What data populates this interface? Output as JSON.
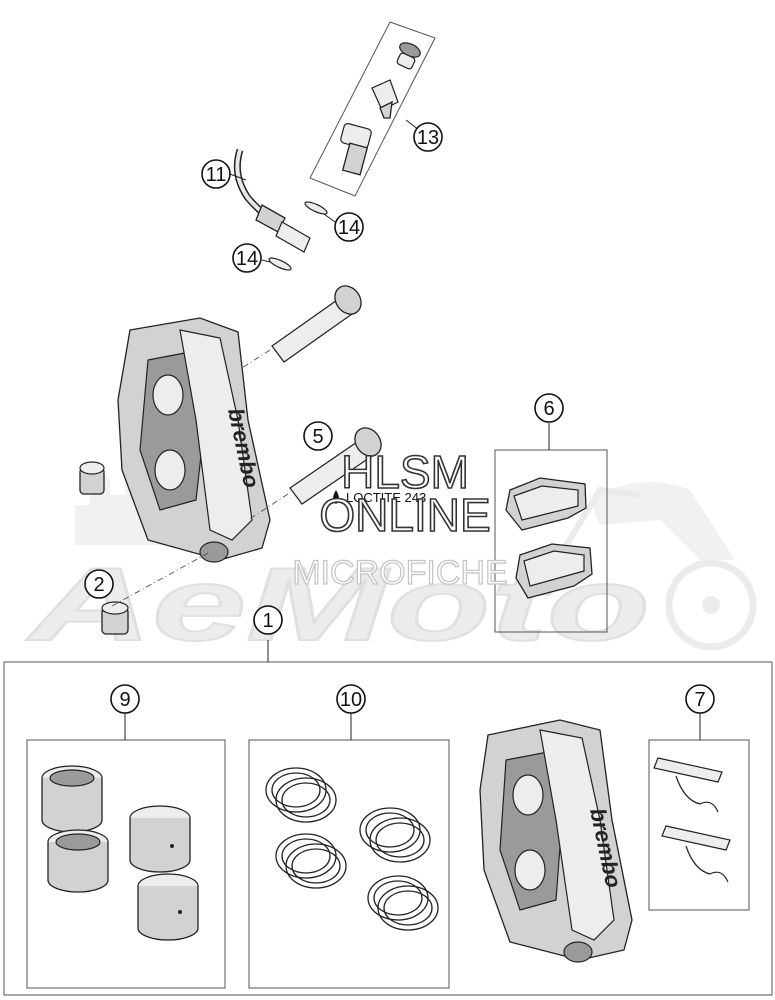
{
  "callouts": {
    "c1": "1",
    "c2": "2",
    "c5": "5",
    "c6": "6",
    "c7": "7",
    "c9": "9",
    "c10": "10",
    "c11": "11",
    "c13": "13",
    "c14a": "14",
    "c14b": "14"
  },
  "labels": {
    "loctite": "LOCTITE 243",
    "brand_main": "brembo",
    "brand_kit": "brembo"
  },
  "watermark": {
    "line1": "HLSM",
    "line2": "ONLINE",
    "line3": "MICROFICHE",
    "logo": "AeMoto"
  }
}
